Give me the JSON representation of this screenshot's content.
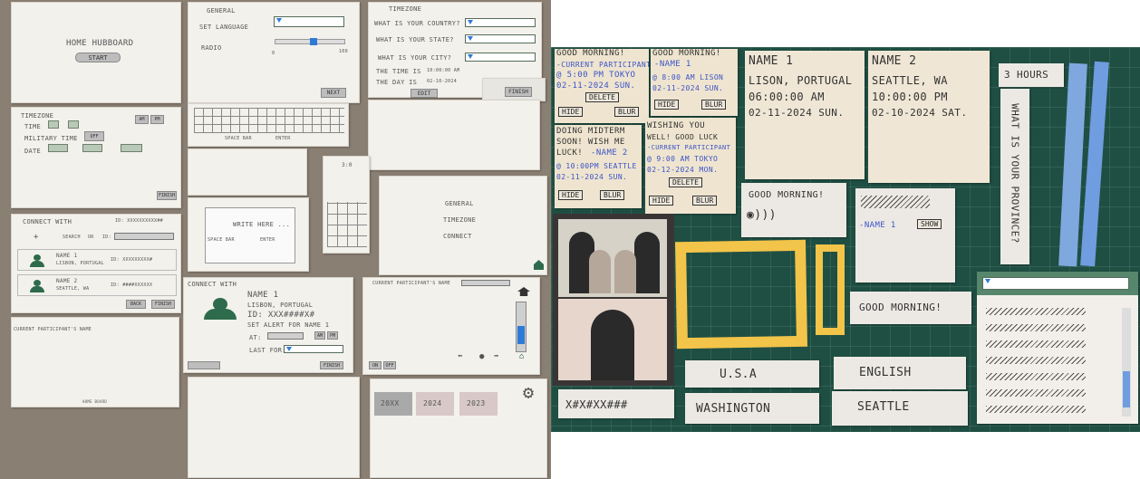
{
  "colors": {
    "mat": "#1f4f43",
    "carpet": "#8a7f73",
    "paper": "#f3f1ec",
    "kraft": "#efe4cf",
    "pencil_blue": "#3b55c7",
    "tape_yellow": "#f2c44a",
    "tape_blue": "#7fa8df"
  },
  "left_prototype": {
    "home": {
      "title": "HOME HUBBOARD",
      "start": "START"
    },
    "general": {
      "title": "GENERAL",
      "set_language": "SET LANGUAGE",
      "radio": "RADIO",
      "min": "0",
      "max": "100",
      "next": "NEXT"
    },
    "timezone_a": {
      "title": "TIMEZONE",
      "q_country": "WHAT IS YOUR COUNTRY?",
      "q_state": "WHAT IS YOUR STATE?",
      "q_city": "WHAT IS YOUR CITY?",
      "time_label": "THE TIME IS",
      "time_value": "10:00:00 AM",
      "day_label": "THE DAY IS",
      "day_value": "02-10-2024",
      "edit": "EDIT",
      "finish": "FINISH"
    },
    "timezone_b": {
      "title": "TIMEZONE",
      "time": "TIME",
      "military": "MILITARY TIME",
      "date": "DATE",
      "am": "AM",
      "pm": "PM",
      "off": "OFF",
      "finish": "FINISH"
    },
    "keyboard": {
      "space": "SPACE BAR",
      "enter": "ENTER"
    },
    "note_editor": {
      "write": "WRITE HERE ...",
      "space": "SPACE BAR",
      "enter": "ENTER"
    },
    "numpad": {
      "label": "3:0"
    },
    "menu": {
      "items": [
        "GENERAL",
        "TIMEZONE",
        "CONNECT"
      ]
    },
    "connect_list": {
      "title": "CONNECT WITH",
      "id_label": "ID: XXXXXXXXXX##",
      "search": "SEARCH",
      "or": "OR",
      "id": "ID:",
      "p1_name": "NAME 1",
      "p1_loc": "LISBON, PORTUGAL",
      "p1_id": "ID: XXXXXXXXX#",
      "p2_name": "NAME 2",
      "p2_loc": "SEATTLE, WA",
      "p2_id": "ID: ####XXXXXX",
      "back": "BACK",
      "finish": "FINISH"
    },
    "connect_detail": {
      "title": "CONNECT WITH",
      "name": "NAME 1",
      "loc": "LISBON, PORTUGAL",
      "id": "ID: XXX####X#",
      "reminder": "SET ALERT FOR NAME 1",
      "at": "AT:",
      "am": "AM",
      "pm": "PM",
      "last_for": "LAST FOR:",
      "finish": "FINISH"
    },
    "participant_a": {
      "title": "CURRENT PARTICIPANT'S NAME",
      "status": "HOME BOARD"
    },
    "participant_b": {
      "title": "CURRENT PARTICIPANT'S NAME",
      "on": "ON",
      "off": "OFF",
      "years": [
        "20XX",
        "2024",
        "2023"
      ]
    }
  },
  "right_prototype": {
    "notes": [
      {
        "msg": "GOOD MORNING!",
        "from": "-CURRENT PARTICIPANT",
        "at": "@ 5:00 PM TOKYO",
        "date": "02-11-2024 SUN.",
        "delete": "DELETE",
        "hide": "HIDE",
        "blur": "BLUR"
      },
      {
        "msg": "GOOD MORNING!",
        "from": "-NAME 1",
        "at": "@ 8:00 AM LISON",
        "date": "02-11-2024 SUN.",
        "hide": "HIDE",
        "blur": "BLUR"
      },
      {
        "msg1": "DOING MIDTERM",
        "msg2": "SOON! WISH ME",
        "msg3": "LUCK!",
        "from": "-NAME 2",
        "at": "@ 10:00PM SEATTLE",
        "date": "02-11-2024 SUN.",
        "hide": "HIDE",
        "blur": "BLUR"
      },
      {
        "msg1": "WISHING YOU",
        "msg2": "WELL! GOOD LUCK",
        "from": "-CURRENT PARTICIPANT",
        "at": "@ 9:00 AM TOKYO",
        "date": "02-12-2024 MON.",
        "delete": "DELETE",
        "hide": "HIDE",
        "blur": "BLUR"
      }
    ],
    "clock1": {
      "name": "NAME 1",
      "place": "LISON, PORTUGAL",
      "time": "06:00:00 AM",
      "date": "02-11-2024 SUN."
    },
    "clock2": {
      "name": "NAME 2",
      "place": "SEATTLE, WA",
      "time": "10:00:00 PM",
      "date": "02-10-2024 SAT."
    },
    "hours": "3 HOURS",
    "province": "WHAT IS YOUR PROVINCE?",
    "voice": "GOOD MORNING!",
    "scribble": {
      "from": "-NAME 1",
      "show": "SHOW"
    },
    "good_morning": "GOOD MORNING!",
    "labels": {
      "usa": "U.S.A",
      "english": "ENGLISH",
      "washington": "WASHINGTON",
      "seattle": "SEATTLE",
      "id": "X#X#XX###"
    }
  }
}
